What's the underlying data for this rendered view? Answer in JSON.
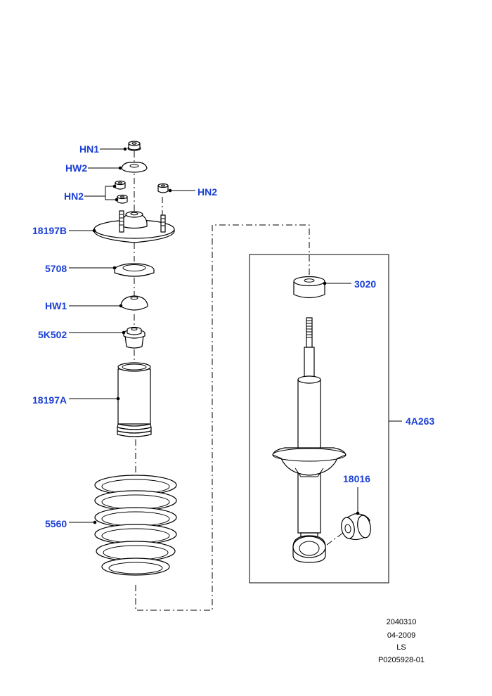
{
  "labels": {
    "hn1": "HN1",
    "hw2": "HW2",
    "hn2_left": "HN2",
    "hn2_right": "HN2",
    "mount": "18197B",
    "seat": "5708",
    "hw1": "HW1",
    "bump_stop": "5K502",
    "boot": "18197A",
    "spring": "5560",
    "top_insulator": "3020",
    "assembly": "4A263",
    "bushing": "18016"
  },
  "footer": {
    "line1": "2040310",
    "line2": "04-2009",
    "line3": "LS",
    "line4": "P0205928-01"
  },
  "colors": {
    "label": "#1a3fd6",
    "line": "#000000"
  }
}
